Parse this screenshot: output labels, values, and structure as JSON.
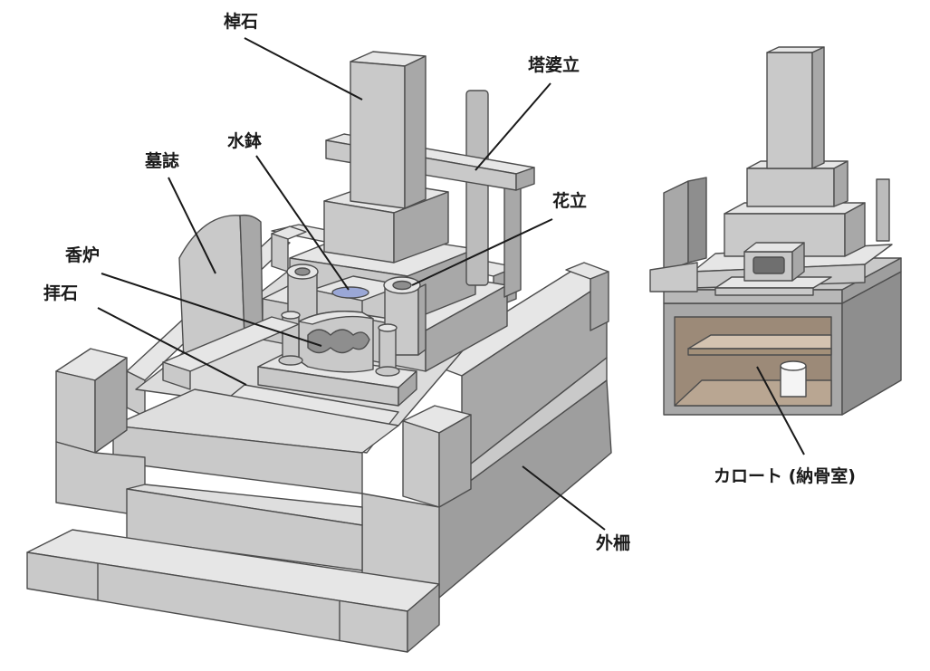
{
  "labels": {
    "saoishi": "棹石",
    "tobatate": "塔婆立",
    "mizubachi": "水鉢",
    "boshi": "墓誌",
    "hanatate": "花立",
    "koro": "香炉",
    "haiseki": "拝石",
    "sotosaku": "外柵",
    "karoto": "カロート (納骨室)"
  },
  "colors": {
    "top": "#e6e6e6",
    "left": "#c9c9c9",
    "right": "#a8a8a8",
    "dark": "#8e8e8e",
    "chamber": "#9c8a78",
    "chamber_floor": "#b9a692",
    "outline": "#4d4d4d"
  }
}
